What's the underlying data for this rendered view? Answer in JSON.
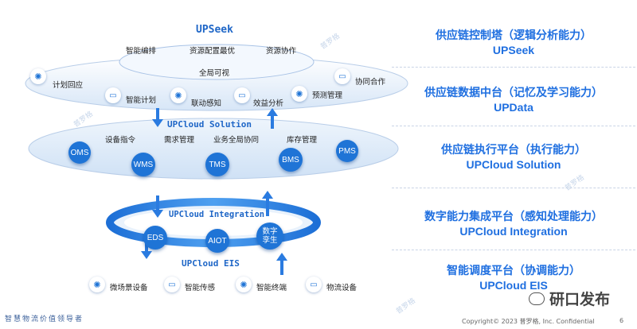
{
  "layers": {
    "upseek": {
      "title": "UPSeek",
      "items": [
        "智能编排",
        "资源配置最优",
        "资源协作"
      ],
      "core": "全局可视",
      "icons": [
        "计划回应",
        "智能计划",
        "联动感知",
        "效益分析",
        "预测管理",
        "协同合作"
      ]
    },
    "solution": {
      "title": "UPCloud Solution",
      "items": [
        "设备指令",
        "需求管理",
        "业务全局协同",
        "库存管理"
      ],
      "discs": [
        "OMS",
        "WMS",
        "TMS",
        "BMS",
        "PMS"
      ]
    },
    "integration": {
      "title": "UPCloud Integration",
      "discs": [
        "EDS",
        "AIOT",
        "数字\n孪生"
      ]
    },
    "eis": {
      "title": "UPCloud EIS",
      "icons": [
        "微场景设备",
        "智能传感",
        "智能终端",
        "物流设备"
      ]
    }
  },
  "right_panel": [
    {
      "line1": "供应链控制塔（逻辑分析能力）",
      "line2": "UPSeek"
    },
    {
      "line1": "供应链数据中台（记忆及学习能力）",
      "line2": "UPData"
    },
    {
      "line1": "供应链执行平台（执行能力）",
      "line2": "UPCloud Solution"
    },
    {
      "line1": "数字能力集成平台（感知处理能力）",
      "line2": "UPCloud Integration"
    },
    {
      "line1": "智能调度平台（协调能力）",
      "line2": "UPCloud EIS"
    }
  ],
  "footer": {
    "left": "智慧物流价值领导者",
    "right": "Copyright© 2023 普罗格, Inc. Confidential",
    "page": "6"
  },
  "watermark": "普罗格",
  "brand": "研口发布",
  "colors": {
    "accent": "#1f74d6",
    "text_blue": "#1f6fe0"
  }
}
